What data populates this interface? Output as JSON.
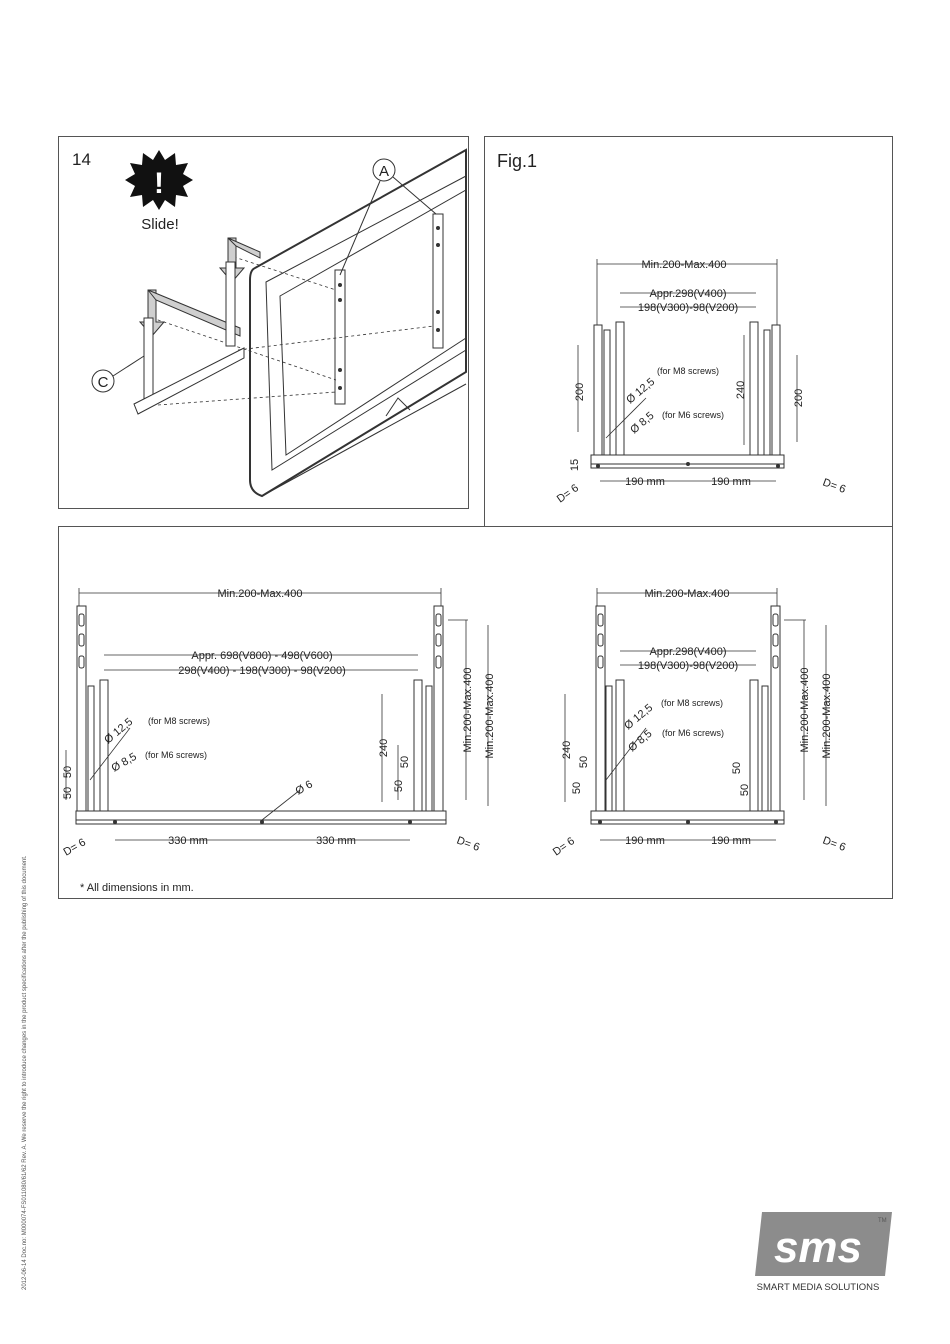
{
  "step": {
    "number": "14",
    "warning_label": "Slide!",
    "callout_a": "A",
    "callout_c": "C"
  },
  "fig1": {
    "title": "Fig.1",
    "min_max": "Min.200-Max.400",
    "appr": "Appr.298(V400)",
    "sub": "198(V300)-98(V200)",
    "dim_200_left": "200",
    "dim_200_right": "200",
    "dim_240": "240",
    "dim_15": "15",
    "hole_125": "Ø 12,5",
    "hole_125_note": "(for M8 screws)",
    "hole_85": "Ø 8,5",
    "hole_85_note": "(for M6 screws)",
    "d_left": "D= 6",
    "d_right": "D= 6",
    "span_left": "190 mm",
    "span_right": "190 mm"
  },
  "big": {
    "min_max": "Min.200-Max.400",
    "appr": "Appr. 698(V800) - 498(V600)",
    "sub": "298(V400) - 198(V300) - 98(V200)",
    "hole_125": "Ø 12,5",
    "hole_125_note": "(for M8 screws)",
    "hole_85": "Ø 8,5",
    "hole_85_note": "(for M6 screws)",
    "hole_6": "Ø 6",
    "dim_240": "240",
    "dim_50a": "50",
    "dim_50b": "50",
    "dim_50c": "50",
    "dim_50d": "50",
    "vert_min_max_a": "Min.200-Max.400",
    "vert_min_max_b": "Min.200-Max.400",
    "d_left": "D= 6",
    "d_right": "D= 6",
    "span_left": "330 mm",
    "span_right": "330 mm"
  },
  "small": {
    "min_max": "Min.200-Max.400",
    "appr": "Appr.298(V400)",
    "sub": "198(V300)-98(V200)",
    "hole_125": "Ø 12,5",
    "hole_125_note": "(for M8 screws)",
    "hole_85": "Ø 8,5",
    "hole_85_note": "(for M6 screws)",
    "dim_240": "240",
    "dim_50a": "50",
    "dim_50b": "50",
    "dim_50c": "50",
    "dim_50d": "50",
    "vert_min_max_a": "Min.200-Max.400",
    "vert_min_max_b": "Min.200-Max.400",
    "d_left": "D= 6",
    "d_right": "D= 6",
    "span_left": "190 mm",
    "span_right": "190 mm"
  },
  "footnote": "* All dimensions in mm.",
  "side_note": "2012-06-14  Doc.no: M000074-FS011080/61/62  Rev. A.     We reserve the right to introduce changes in the product specifications after the publishing of this document.",
  "logo": {
    "brand": "sms",
    "tm": "TM",
    "tagline": "SMART MEDIA SOLUTIONS",
    "color": "#8c8c8c"
  }
}
